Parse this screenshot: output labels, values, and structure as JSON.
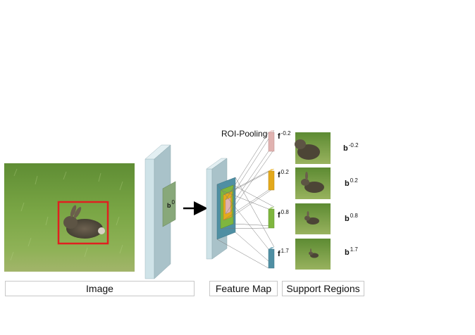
{
  "captions": {
    "image": "Image",
    "feature_map": "Feature Map",
    "support_regions": "Support Regions"
  },
  "roi_pooling_label": "ROI-Pooling",
  "box_label": {
    "base": "b",
    "sup": "0"
  },
  "features": [
    {
      "base": "f",
      "sup": "-0.2",
      "color": "#e0b2b0"
    },
    {
      "base": "f",
      "sup": "0.2",
      "color": "#e3a91b"
    },
    {
      "base": "f",
      "sup": "0.8",
      "color": "#7fb63e"
    },
    {
      "base": "f",
      "sup": "1.7",
      "color": "#4f8fa3"
    }
  ],
  "support_regions": [
    {
      "base": "b",
      "sup": "-0.2"
    },
    {
      "base": "b",
      "sup": "0.2"
    },
    {
      "base": "b",
      "sup": "0.8"
    },
    {
      "base": "b",
      "sup": "1.7"
    }
  ],
  "colors": {
    "bbox": "#e02020",
    "slab_front": "#a9c2c9",
    "slab_side": "#cfe3e8",
    "grass": "#6f9a3e"
  }
}
